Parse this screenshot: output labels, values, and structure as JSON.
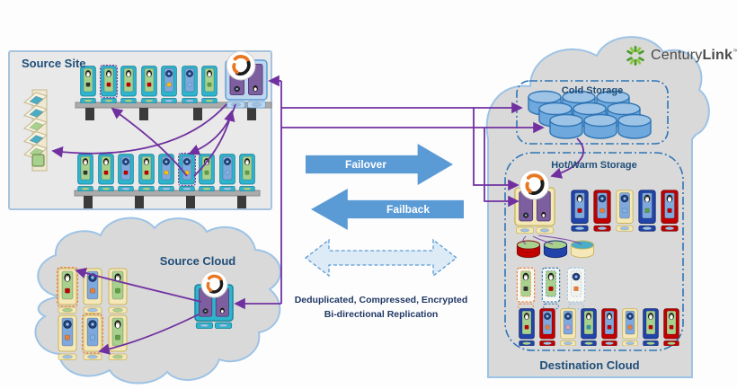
{
  "labels": {
    "source_site": "Source Site",
    "source_cloud": "Source Cloud",
    "destination_cloud": "Destination Cloud",
    "cold_storage": "Cold Storage",
    "hot_warm_storage": "Hot/Warm Storage",
    "failover": "Failover",
    "failback": "Failback",
    "replication_caption_line1": "Deduplicated, Compressed, Encrypted",
    "replication_caption_line2": "Bi-directional Replication"
  },
  "brand": {
    "part1": "Century",
    "part2": "Link",
    "tm": "™"
  },
  "colors": {
    "purple": "#7030A0",
    "arrow_blue": "#5B9BD5",
    "dashed_arrow_fill": "#DDEBF7",
    "navy": "#1F4E79",
    "caption_navy": "#1F3864",
    "cloud_fill": "#D9D9D9",
    "cloud_stroke": "#9DC3E6",
    "site_fill": "#E9E9E9",
    "site_stroke": "#A6C3DE",
    "storage_dash": "#2E75B6",
    "cylinder_body": "#6FA8DC",
    "cylinder_top": "#9DC3E6",
    "cylinder_stroke": "#2E75B6",
    "brand_green_dark": "#4C9C2E",
    "brand_green_light": "#8CC63F",
    "brand_text": "#4A4A4C",
    "logo_orange": "#E87722"
  },
  "palette": {
    "borders": {
      "teal": {
        "fill": "#2FB4CE",
        "stroke": "#137D95"
      },
      "navy": {
        "fill": "#2244AA",
        "stroke": "#122B6E"
      },
      "red": {
        "fill": "#C00000",
        "stroke": "#7F1010"
      },
      "cream": {
        "fill": "#F5E8B8",
        "stroke": "#C9B458"
      },
      "lightblue": {
        "fill": "#BDD7EE",
        "stroke": "#5B9BD5"
      }
    },
    "panels": {
      "green": "#A9D18E",
      "blue": "#7FA8DC",
      "white": "#F2F2EC"
    },
    "chips": {
      "red": "#C00000",
      "orange": "#ED7D31",
      "yellow": "#FFC000",
      "green": "#5F9E45",
      "black": "#333333",
      "teal": "#2E9AA6",
      "blue": "#7EB6E8",
      "pink": "#E6A0B4"
    },
    "dash": {
      "purple": "#7030A0",
      "orange": "#ED7D31",
      "blue": "#2E75B6",
      "lightblue": "#9DC3E6"
    }
  },
  "source_site": {
    "top_row": [
      {
        "b": "teal",
        "p": "green",
        "i": "penguin",
        "c": "black"
      },
      {
        "b": "teal",
        "p": "green",
        "i": "penguin",
        "c": "red",
        "d": "purple"
      },
      {
        "b": "teal",
        "p": "green",
        "i": "penguin",
        "c": "red"
      },
      {
        "b": "teal",
        "p": "green",
        "i": "penguin",
        "c": "red"
      },
      {
        "b": "teal",
        "p": "blue",
        "i": "gear",
        "c": "yellow"
      },
      {
        "b": "teal",
        "p": "blue",
        "i": "gear",
        "c": "blue"
      },
      {
        "b": "teal",
        "p": "green",
        "i": "penguin",
        "c": "green"
      }
    ],
    "bottom_row": [
      {
        "b": "teal",
        "p": "green",
        "i": "penguin",
        "c": "black"
      },
      {
        "b": "teal",
        "p": "green",
        "i": "penguin",
        "c": "red"
      },
      {
        "b": "teal",
        "p": "blue",
        "i": "gear",
        "c": "red"
      },
      {
        "b": "teal",
        "p": "green",
        "i": "penguin",
        "c": "red"
      },
      {
        "b": "teal",
        "p": "blue",
        "i": "gear",
        "c": "yellow"
      },
      {
        "b": "teal",
        "p": "blue",
        "i": "gear",
        "c": "yellow",
        "d": "purple"
      },
      {
        "b": "teal",
        "p": "green",
        "i": "penguin",
        "c": "green"
      },
      {
        "b": "teal",
        "p": "blue",
        "i": "gear",
        "c": "blue"
      },
      {
        "b": "teal",
        "p": "green",
        "i": "penguin",
        "c": "green"
      }
    ],
    "appliance": {
      "border": "lightblue",
      "slots": [
        "gear",
        "penguin"
      ]
    }
  },
  "source_cloud": {
    "rows": [
      [
        {
          "b": "cream",
          "p": "green",
          "i": "penguin",
          "c": "red",
          "d": "orange"
        },
        {
          "b": "cream",
          "p": "blue",
          "i": "gear",
          "c": "orange"
        },
        {
          "b": "cream",
          "p": "green",
          "i": "penguin",
          "c": "green"
        }
      ],
      [
        {
          "b": "cream",
          "p": "blue",
          "i": "gear",
          "c": "orange"
        },
        {
          "b": "cream",
          "p": "blue",
          "i": "gear",
          "c": "blue",
          "d": "orange"
        },
        {
          "b": "cream",
          "p": "green",
          "i": "penguin",
          "c": "green"
        }
      ]
    ],
    "appliance": {
      "border": "teal",
      "slots": [
        "gear",
        "penguin"
      ]
    }
  },
  "destination": {
    "hot_row1": [
      {
        "b": "navy",
        "p": "blue",
        "i": "penguin",
        "c": "red"
      },
      {
        "b": "red",
        "p": "blue",
        "i": "gear",
        "c": "orange"
      },
      {
        "b": "cream",
        "p": "blue",
        "i": "gear",
        "c": "blue"
      },
      {
        "b": "navy",
        "p": "blue",
        "i": "penguin",
        "c": "green"
      },
      {
        "b": "red",
        "p": "blue",
        "i": "penguin",
        "c": "red"
      }
    ],
    "small_cylinders": [
      {
        "body": "#C00000",
        "top": "#A9D18E",
        "stroke": "#7F1010"
      },
      {
        "body": "#2244AA",
        "top": "#A9D18E",
        "stroke": "#122B6E"
      },
      {
        "body": "#F5E8B8",
        "top": "#4BACC6",
        "stroke": "#C9B458"
      }
    ],
    "dashed_servers": [
      {
        "g": "orange",
        "p": "green",
        "i": "penguin",
        "c": "black"
      },
      {
        "g": "blue",
        "p": "green",
        "i": "penguin",
        "c": "red"
      },
      {
        "g": "lightblue",
        "p": "white",
        "i": "gear",
        "c": "orange"
      }
    ],
    "hot_row2": [
      {
        "b": "navy",
        "p": "green",
        "i": "penguin",
        "c": "red"
      },
      {
        "b": "red",
        "p": "blue",
        "i": "gear",
        "c": "orange"
      },
      {
        "b": "cream",
        "p": "blue",
        "i": "gear",
        "c": "pink"
      },
      {
        "b": "navy",
        "p": "green",
        "i": "penguin",
        "c": "teal"
      },
      {
        "b": "red",
        "p": "blue",
        "i": "penguin",
        "c": "red"
      },
      {
        "b": "cream",
        "p": "blue",
        "i": "gear",
        "c": "orange"
      },
      {
        "b": "navy",
        "p": "green",
        "i": "penguin",
        "c": "red"
      },
      {
        "b": "red",
        "p": "green",
        "i": "penguin",
        "c": "red"
      }
    ],
    "appliance": {
      "border": "cream",
      "slots": [
        "gear",
        "penguin"
      ]
    }
  }
}
